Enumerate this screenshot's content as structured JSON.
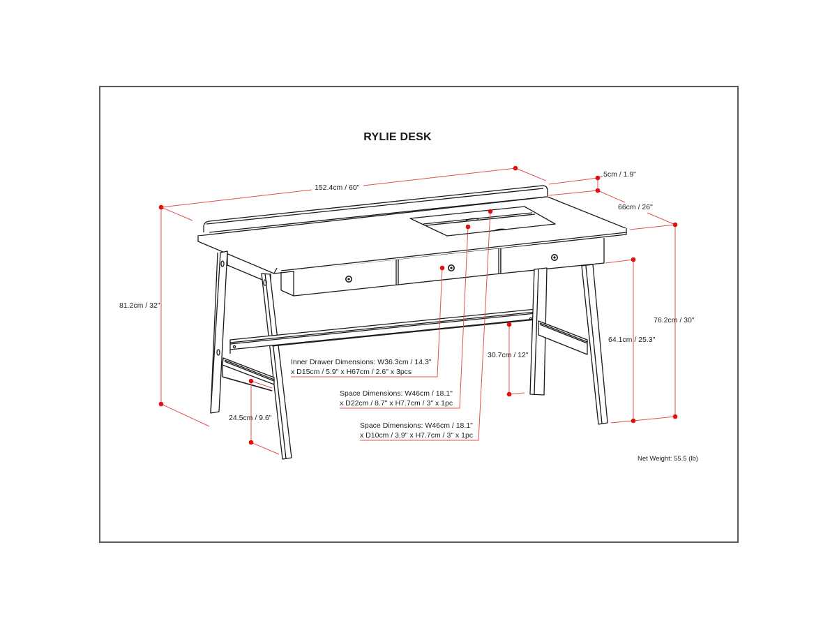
{
  "diagram": {
    "title": "RYLIE DESK",
    "net_weight": "Net Weight: 55.5 (lb)",
    "colors": {
      "outline": "#1a1a1a",
      "dimension_line": "#e05050",
      "dimension_dot": "#e01010",
      "frame": "#5a5a5a"
    },
    "dimensions": {
      "width": "152.4cm / 60\"",
      "backrail_height": "5cm / 1.9\"",
      "depth": "66cm / 26\"",
      "overall_height": "81.2cm / 32\"",
      "desk_height": "76.2cm / 30\"",
      "under_drawer_clearance": "64.1cm / 25.3\"",
      "stretcher_height": "30.7cm / 12\"",
      "side_stretcher_height": "24.5cm / 9.6\""
    },
    "callouts": {
      "inner_drawer": {
        "line1": "Inner Drawer Dimensions: W36.3cm / 14.3\"",
        "line2": "x D15cm / 5.9\" x H67cm / 2.6\" x 3pcs"
      },
      "space_front": {
        "line1": "Space Dimensions: W46cm / 18.1\"",
        "line2": "x D22cm / 8.7\" x H7.7cm / 3\" x 1pc"
      },
      "space_back": {
        "line1": "Space Dimensions: W46cm / 18.1\"",
        "line2": "x D10cm / 3.9\" x H7.7cm / 3\" x 1pc"
      }
    }
  }
}
